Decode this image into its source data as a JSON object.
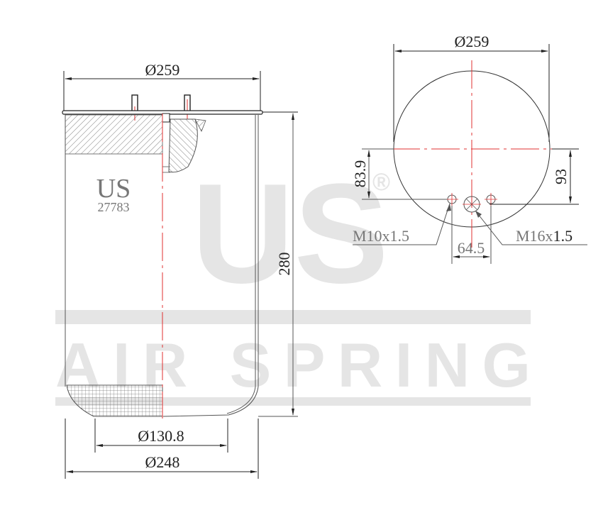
{
  "watermark": {
    "logo": "US",
    "registered": "®",
    "tagline": "AIR SPRING"
  },
  "side_view": {
    "brand": "US",
    "part_number": "27783",
    "dimensions": {
      "top_diameter": "Ø259",
      "height": "280",
      "piston_diameter": "Ø130.8",
      "bottom_diameter": "Ø248"
    }
  },
  "top_view": {
    "dimensions": {
      "diameter": "Ø259",
      "left_offset": "83.9",
      "right_offset": "93",
      "hole_spacing": "64.5"
    },
    "threads": {
      "left": "M10x1.5",
      "right_prefix": "M16x",
      "right_suffix": "1.5"
    }
  },
  "colors": {
    "line": "#222222",
    "thin_line": "#777777",
    "center_line": "#e03030",
    "watermark": "#e5e5e5"
  }
}
